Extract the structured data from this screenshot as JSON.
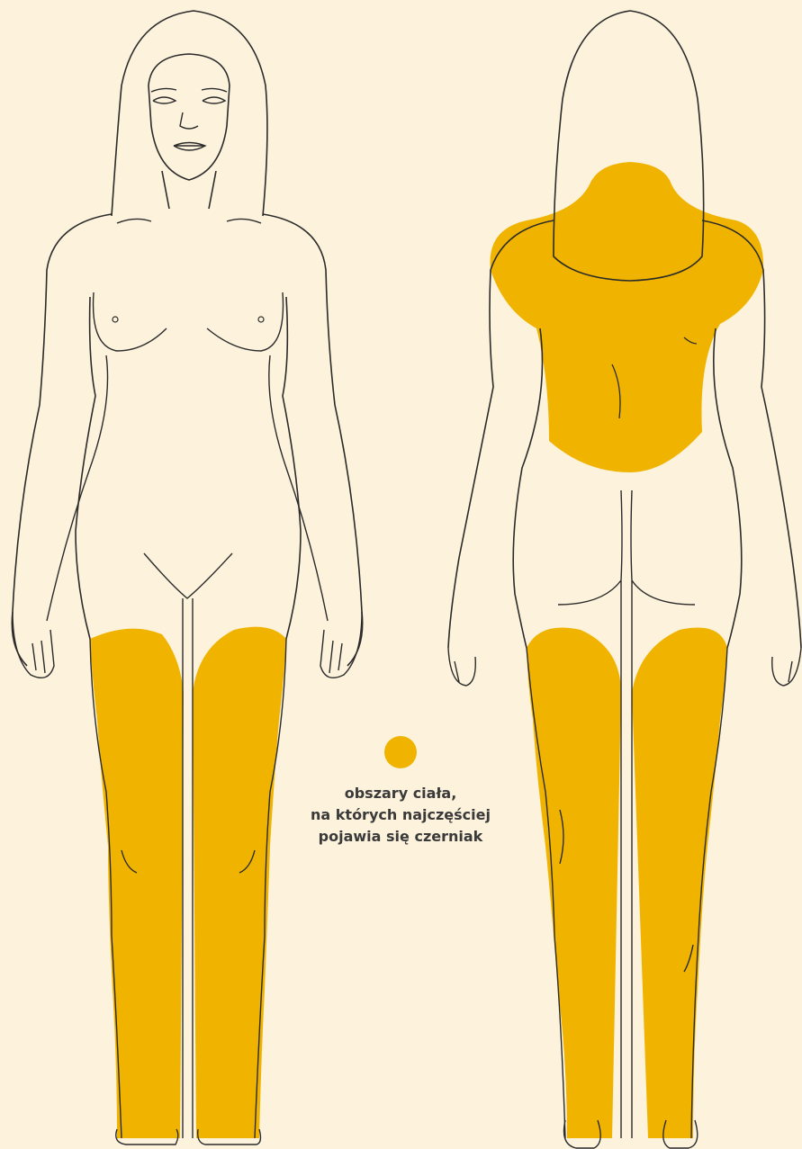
{
  "colors": {
    "background": "#fdf2dc",
    "highlight": "#f0b400",
    "outline": "#2b2b2b"
  },
  "legend": {
    "lines": [
      "obszary ciała,",
      "na których najczęściej",
      "pojawia się czerniak"
    ]
  },
  "highlighted_regions": {
    "front_view": [
      "left-thigh-and-leg",
      "right-thigh-and-leg"
    ],
    "back_view": [
      "upper-back-and-shoulders",
      "left-thigh-and-leg",
      "right-thigh-and-leg"
    ]
  }
}
